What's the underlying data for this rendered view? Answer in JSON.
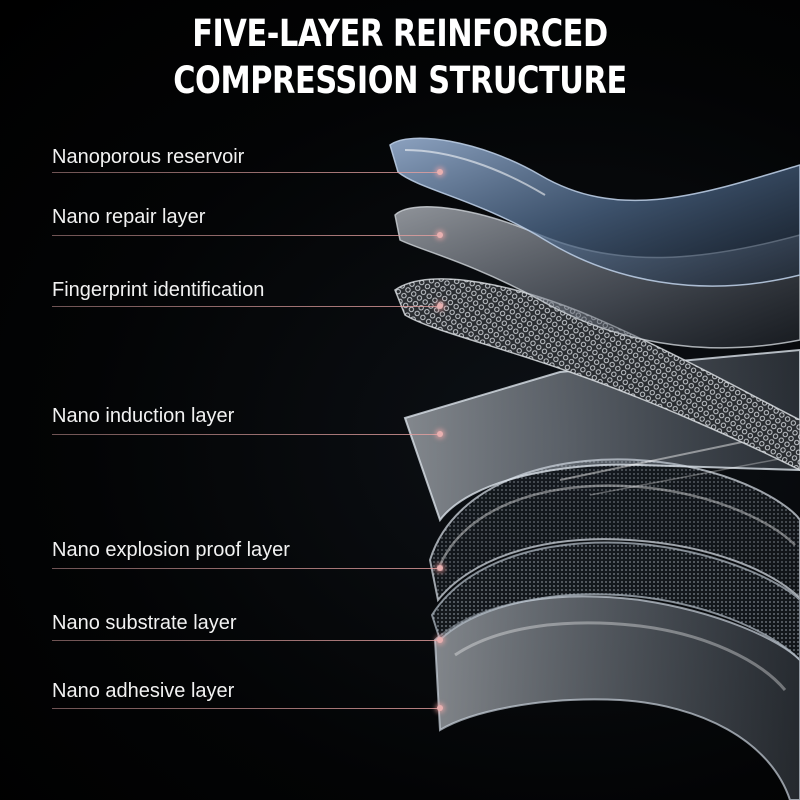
{
  "title": {
    "line1": "FIVE-LAYER REINFORCED",
    "line2": "COMPRESSION STRUCTURE"
  },
  "layers": [
    {
      "label": "Nanoporous reservoir"
    },
    {
      "label": "Nano repair layer"
    },
    {
      "label": "Fingerprint identification"
    },
    {
      "label": "Nano induction layer"
    },
    {
      "label": "Nano explosion proof layer"
    },
    {
      "label": "Nano substrate layer"
    },
    {
      "label": "Nano adhesive layer"
    }
  ],
  "colors": {
    "background": "#000000",
    "text": "#ffffff",
    "leader": "#d9a0a0",
    "top_layer_tint": "#7f9cc0",
    "glass_edge": "#c9d2dc"
  }
}
